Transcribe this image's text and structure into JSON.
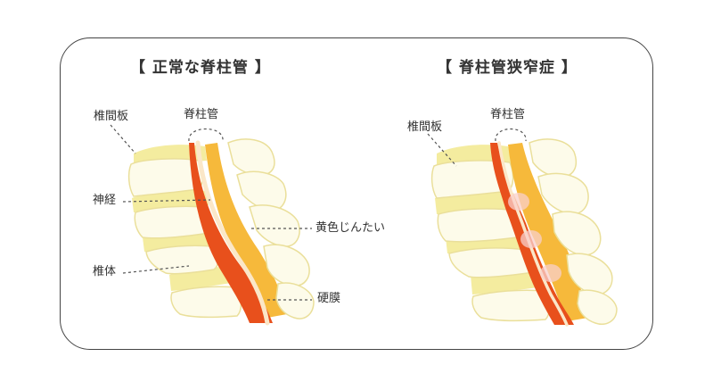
{
  "panels": {
    "normal": {
      "title": "【 正常な脊柱管 】",
      "labels": {
        "canal": "脊柱管",
        "disc": "椎間板",
        "nerve": "神経",
        "ligament": "黄色じんたい",
        "vertebra": "椎体",
        "dura": "硬膜"
      }
    },
    "stenosis": {
      "title": "【 脊柱管狭窄症 】",
      "labels": {
        "canal": "脊柱管",
        "disc": "椎間板"
      }
    }
  },
  "colors": {
    "bone": "#fdfbea",
    "bone_outline": "#eadf9a",
    "disc": "#f4ec9f",
    "ligament": "#f6b93b",
    "dura": "#e8501c",
    "nerve": "#fbe7c8",
    "irritation": "#f9d0cc"
  }
}
